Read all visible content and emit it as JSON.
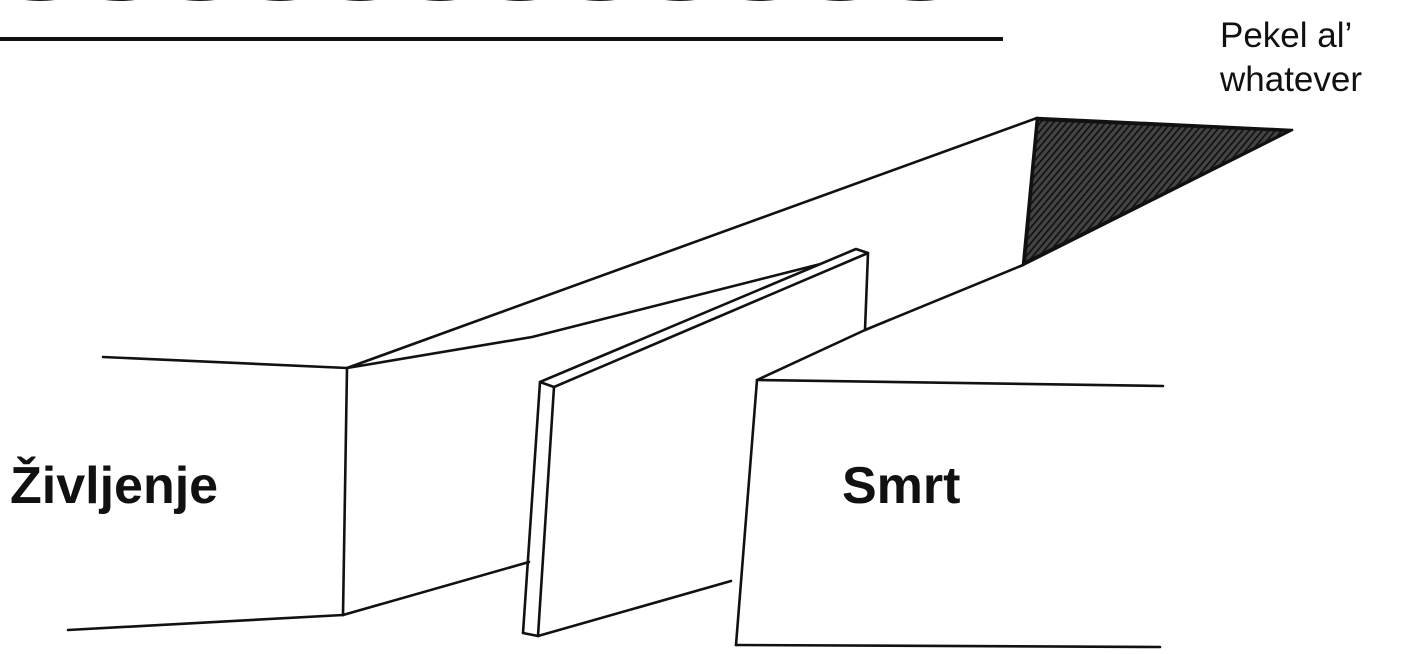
{
  "labels": {
    "left_block": "Življenje",
    "right_block": "Smrt",
    "corridor_end_line1": "Pekel al’",
    "corridor_end_line2": "whatever"
  },
  "colors": {
    "ink": "#111111",
    "paper": "#ffffff"
  }
}
